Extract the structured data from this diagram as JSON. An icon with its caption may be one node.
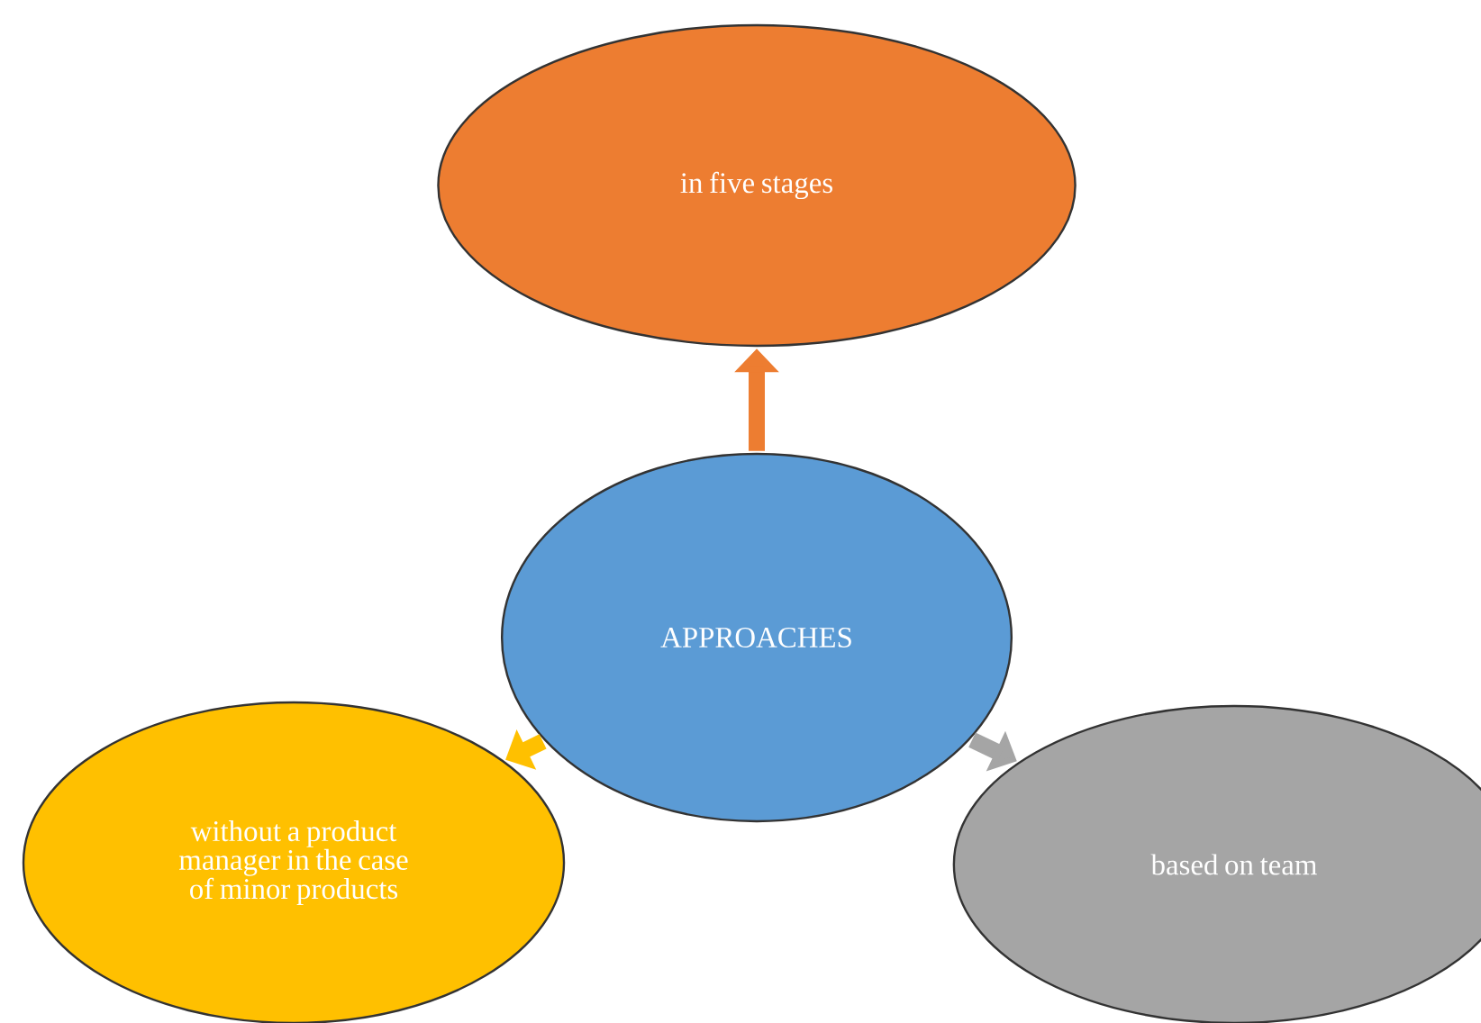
{
  "diagram": {
    "nodes": [
      {
        "text": [
          "in five stages"
        ]
      },
      {
        "text": [
          "APPROACHES"
        ]
      },
      {
        "text": [
          "without a product manager in the case of minor products"
        ]
      },
      {
        "text": [
          "based on team"
        ]
      }
    ],
    "edges": [
      {
        "from": 1,
        "to": 0,
        "arrow": "to",
        "color": "#ed7d31"
      },
      {
        "from": 1,
        "to": 2,
        "arrow": "to",
        "color": "#ffc000"
      },
      {
        "from": 1,
        "to": 3,
        "arrow": "to",
        "color": "#a5a5a5"
      }
    ]
  }
}
